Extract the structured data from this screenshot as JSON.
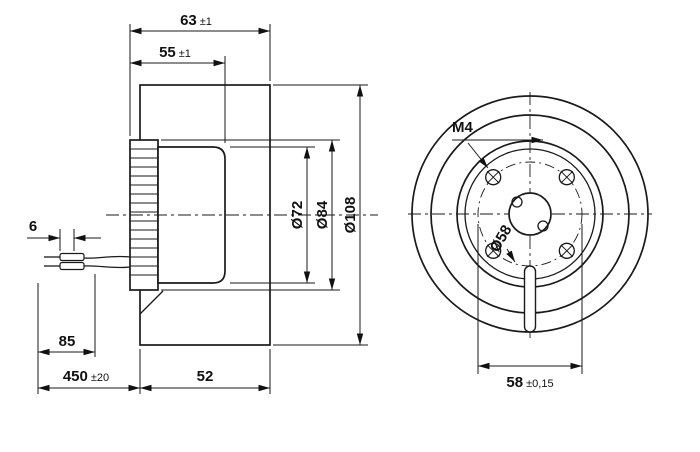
{
  "side_view": {
    "dim_total_depth": {
      "value": "63",
      "tol": "±1"
    },
    "dim_motor_depth": {
      "value": "55",
      "tol": "±1"
    },
    "dim_stator_diameter": "Ø72",
    "dim_rotor_diameter": "Ø84",
    "dim_impeller_diameter": "Ø108",
    "dim_lead_exit": "6",
    "dim_lead_strip": "85",
    "dim_lead_length": {
      "value": "450",
      "tol": "±20"
    },
    "dim_housing_depth": "52"
  },
  "front_view": {
    "thread_size": "M4",
    "dim_pitch_circle_diameter": "Ø58",
    "dim_pitch_circle_width": {
      "value": "58",
      "tol": "±0,15"
    }
  }
}
